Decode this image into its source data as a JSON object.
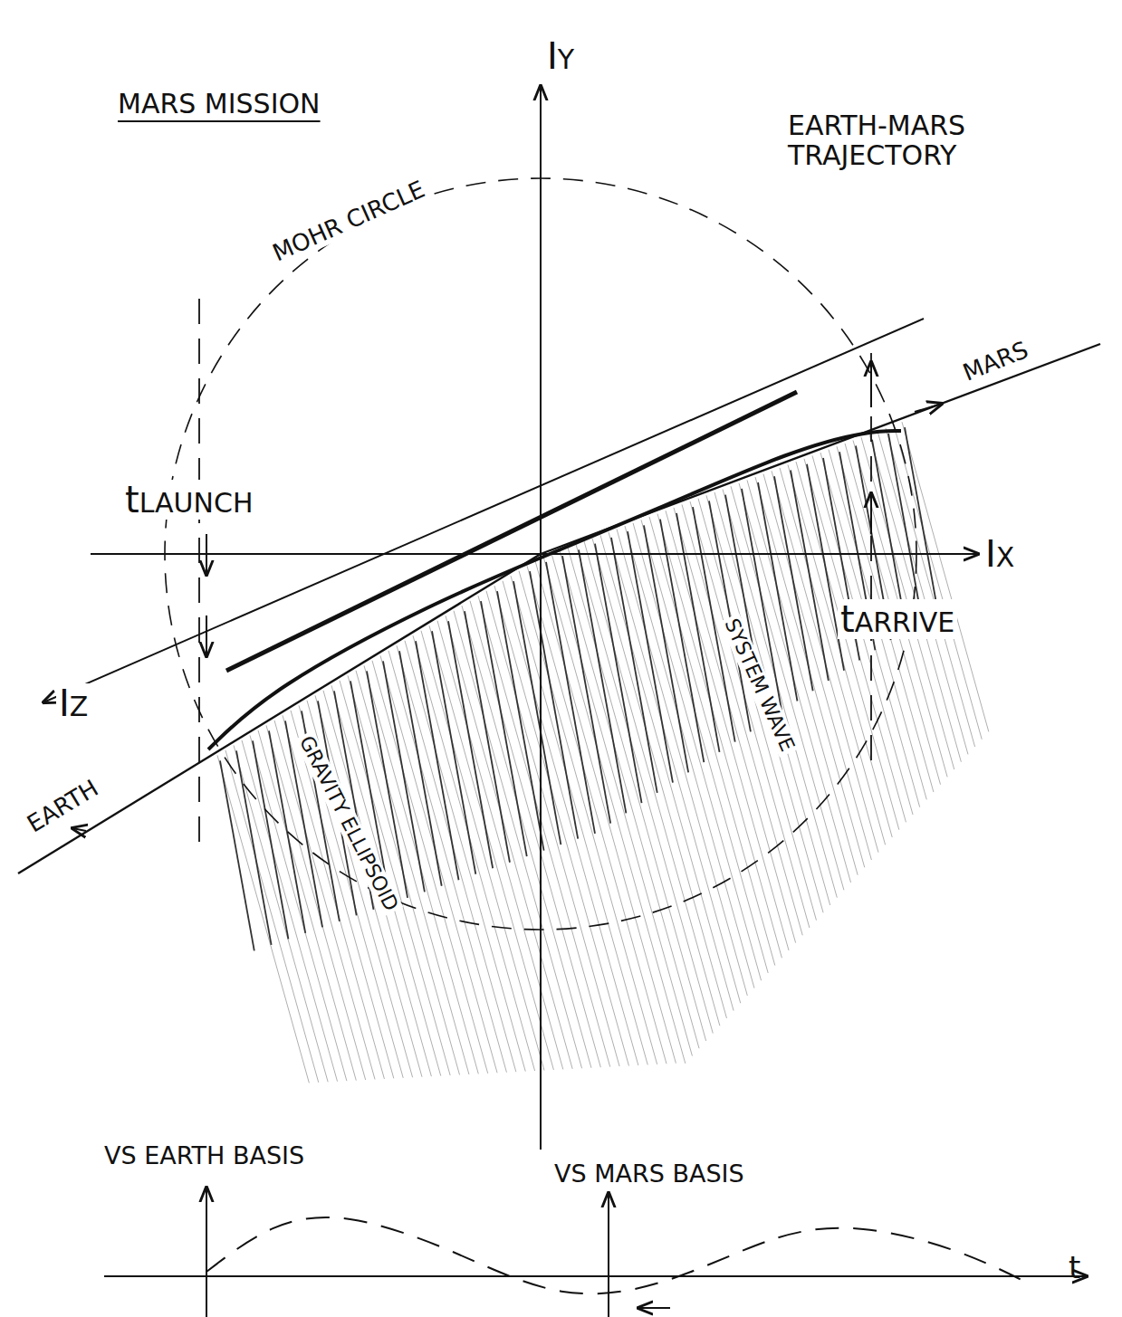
{
  "diagram": {
    "title": "MARS MISSION",
    "labels": [
      "EARTH-MARS TRAJECTORY",
      "IY",
      "IX",
      "IZ",
      "MOHR CIRCLE",
      "tLAUNCH",
      "tARRIVE",
      "EARTH",
      "MARS",
      "SYSTEM WAVE",
      "GRAVITY ELLIPSOID",
      "VS EARTH BASIS",
      "VS MARS BASIS",
      "t"
    ]
  }
}
